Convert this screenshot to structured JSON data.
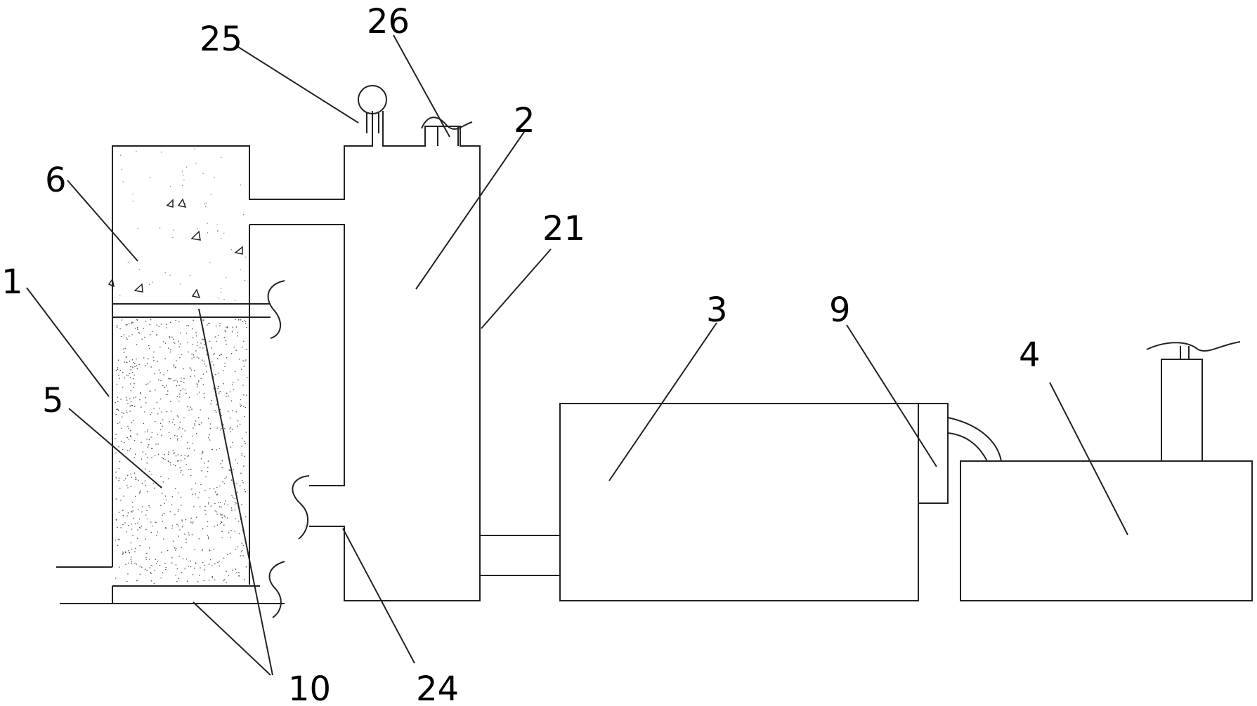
{
  "labels": {
    "l1": "1",
    "l2": "2",
    "l3": "3",
    "l4": "4",
    "l5": "5",
    "l6": "6",
    "l9": "9",
    "l10": "10",
    "l21": "21",
    "l24": "24",
    "l25": "25",
    "l26": "26"
  },
  "colors": {
    "line": "#222222",
    "stipple": "#555555",
    "background": "#ffffff"
  }
}
